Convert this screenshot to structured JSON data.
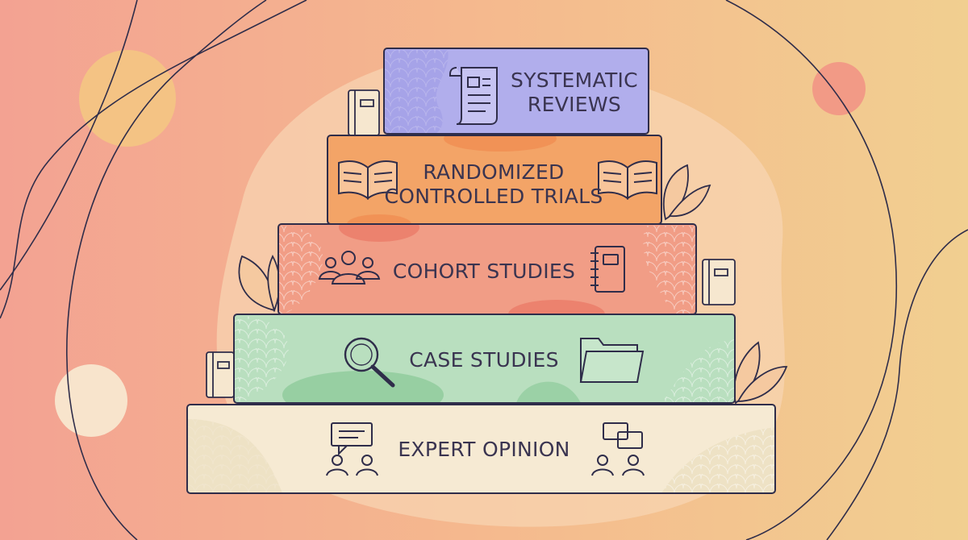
{
  "pyramid": {
    "levels": [
      {
        "label_lines": [
          "SYSTEMATIC",
          "REVIEWS"
        ],
        "color": "#b1aeec",
        "icon": "scroll-document-icon"
      },
      {
        "label_lines": [
          "RANDOMIZED",
          "CONTROLLED TRIALS"
        ],
        "color": "#f3a467",
        "icon": "open-book-icon"
      },
      {
        "label_lines": [
          "COHORT STUDIES"
        ],
        "color": "#f19d86",
        "icon": "people-group-icon"
      },
      {
        "label_lines": [
          "CASE STUDIES"
        ],
        "color": "#b9dfbf",
        "icon": "magnifying-glass-icon"
      },
      {
        "label_lines": [
          "EXPERT OPINION"
        ],
        "color": "#f6ead3",
        "icon": "speech-bubble-people-icon"
      }
    ]
  },
  "colors": {
    "background_left": "#f3a692",
    "background_right": "#f1cd8f",
    "outline": "#2f2d4a",
    "leaf": "#f5c9a0"
  }
}
